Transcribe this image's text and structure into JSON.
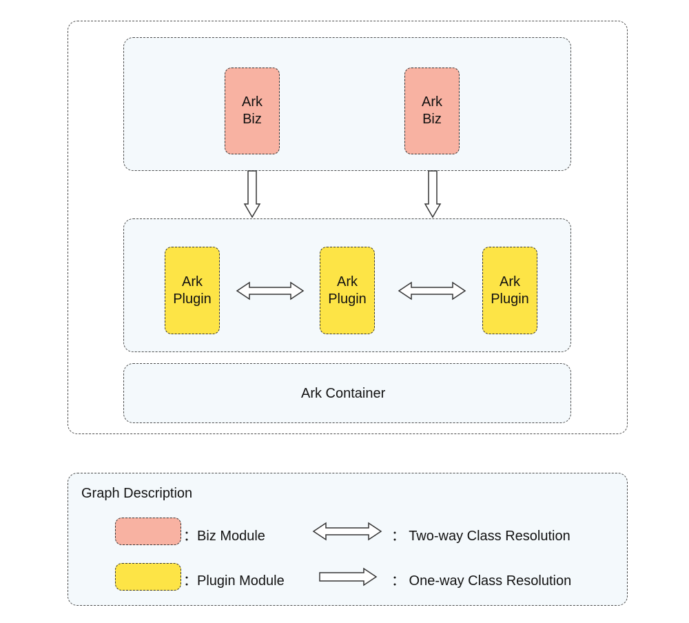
{
  "architecture": {
    "biz_modules": [
      {
        "line1": "Ark",
        "line2": "Biz"
      },
      {
        "line1": "Ark",
        "line2": "Biz"
      }
    ],
    "plugin_modules": [
      {
        "line1": "Ark",
        "line2": "Plugin"
      },
      {
        "line1": "Ark",
        "line2": "Plugin"
      },
      {
        "line1": "Ark",
        "line2": "Plugin"
      }
    ],
    "container_label": "Ark Container"
  },
  "legend": {
    "title": "Graph Description",
    "items": [
      {
        "label": "：Biz Module",
        "icon": "biz-swatch",
        "color": "#f8b2a2"
      },
      {
        "label": "：Plugin Module",
        "icon": "plugin-swatch",
        "color": "#fde446"
      },
      {
        "label": "：  Two-way Class Resolution",
        "icon": "double-arrow-icon"
      },
      {
        "label": "：  One-way Class Resolution",
        "icon": "right-arrow-icon"
      }
    ]
  },
  "colors": {
    "biz": "#f8b2a2",
    "plugin": "#fde446",
    "panel_background": "#f4f9fc",
    "border": "#4a4a4a"
  }
}
